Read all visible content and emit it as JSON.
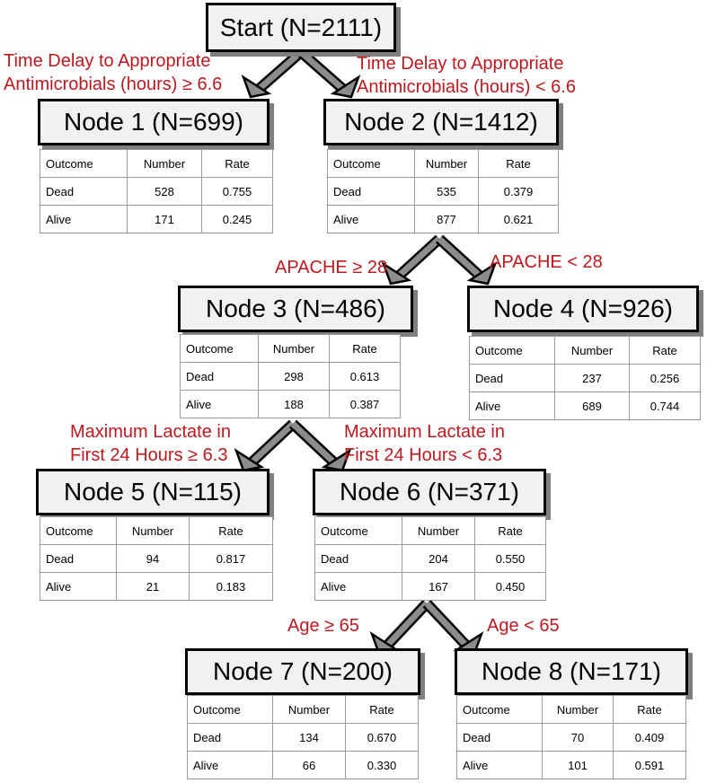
{
  "start": {
    "label": "Start (N=2111)"
  },
  "columns": [
    "Outcome",
    "Number",
    "Rate"
  ],
  "nodes": [
    {
      "id": "1",
      "title": "Node 1 (N=699)",
      "rows": [
        [
          "Dead",
          "528",
          "0.755"
        ],
        [
          "Alive",
          "171",
          "0.245"
        ]
      ]
    },
    {
      "id": "2",
      "title": "Node 2 (N=1412)",
      "rows": [
        [
          "Dead",
          "535",
          "0.379"
        ],
        [
          "Alive",
          "877",
          "0.621"
        ]
      ]
    },
    {
      "id": "3",
      "title": "Node 3 (N=486)",
      "rows": [
        [
          "Dead",
          "298",
          "0.613"
        ],
        [
          "Alive",
          "188",
          "0.387"
        ]
      ]
    },
    {
      "id": "4",
      "title": "Node 4 (N=926)",
      "rows": [
        [
          "Dead",
          "237",
          "0.256"
        ],
        [
          "Alive",
          "689",
          "0.744"
        ]
      ]
    },
    {
      "id": "5",
      "title": "Node 5 (N=115)",
      "rows": [
        [
          "Dead",
          "94",
          "0.817"
        ],
        [
          "Alive",
          "21",
          "0.183"
        ]
      ]
    },
    {
      "id": "6",
      "title": "Node 6 (N=371)",
      "rows": [
        [
          "Dead",
          "204",
          "0.550"
        ],
        [
          "Alive",
          "167",
          "0.450"
        ]
      ]
    },
    {
      "id": "7",
      "title": "Node 7 (N=200)",
      "rows": [
        [
          "Dead",
          "134",
          "0.670"
        ],
        [
          "Alive",
          "66",
          "0.330"
        ]
      ]
    },
    {
      "id": "8",
      "title": "Node 8 (N=171)",
      "rows": [
        [
          "Dead",
          "70",
          "0.409"
        ],
        [
          "Alive",
          "101",
          "0.591"
        ]
      ]
    }
  ],
  "splits": {
    "start_left": [
      "Time Delay to Appropriate",
      "Antimicrobials (hours) ≥ 6.6"
    ],
    "start_right": [
      "Time Delay to Appropriate",
      "Antimicrobials (hours) < 6.6"
    ],
    "node2_left": [
      "APACHE ≥ 28"
    ],
    "node2_right": [
      "APACHE < 28"
    ],
    "node3_left": [
      "Maximum Lactate in",
      "First 24 Hours ≥ 6.3"
    ],
    "node3_right": [
      "Maximum Lactate in",
      "First 24 Hours < 6.3"
    ],
    "node6_left": [
      "Age ≥ 65"
    ],
    "node6_right": [
      "Age < 65"
    ]
  },
  "colors": {
    "condition_text": "#c0181f",
    "title_fill": "#f1f1f1",
    "arrow_fill": "#7f7f7f"
  }
}
